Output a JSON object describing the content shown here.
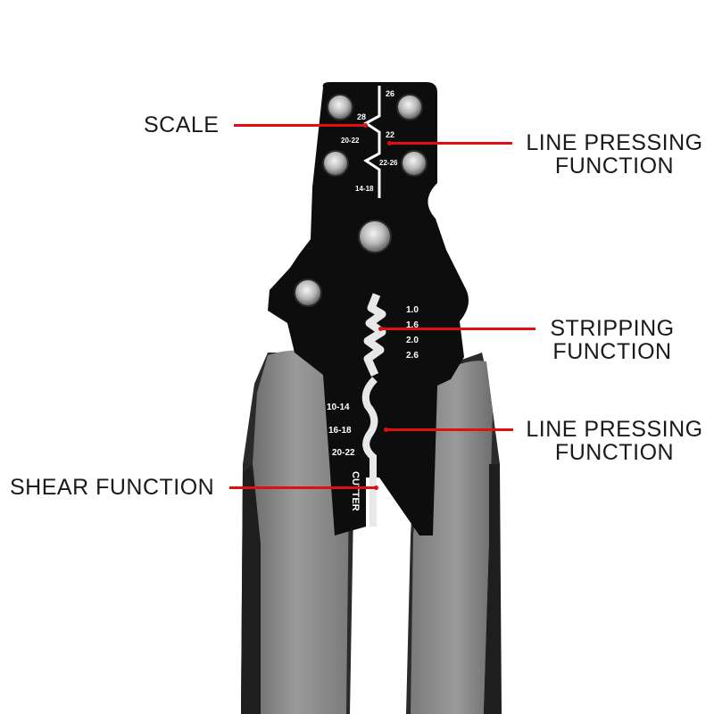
{
  "callouts": {
    "scale": "SCALE",
    "line_pressing_top_1": "LINE PRESSING",
    "line_pressing_top_2": "FUNCTION",
    "stripping_1": "STRIPPING",
    "stripping_2": "FUNCTION",
    "line_pressing_bottom_1": "LINE PRESSING",
    "line_pressing_bottom_2": "FUNCTION",
    "shear": "SHEAR FUNCTION"
  },
  "tool_markings": {
    "crimp_top": [
      "26",
      "28",
      "22",
      "20-22",
      "22-26",
      "14-18"
    ],
    "strip_sizes": [
      "1.0",
      "1.6",
      "2.0",
      "2.6"
    ],
    "crimp_bottom": [
      "10-14",
      "16-18",
      "20-22"
    ],
    "cutter": "CUTTER"
  },
  "colors": {
    "callout_line": "#e01010",
    "tool_head": "#0d0d0d",
    "handle_grip": "#8e8e8e",
    "handle_rubber": "#2b2b2b"
  }
}
